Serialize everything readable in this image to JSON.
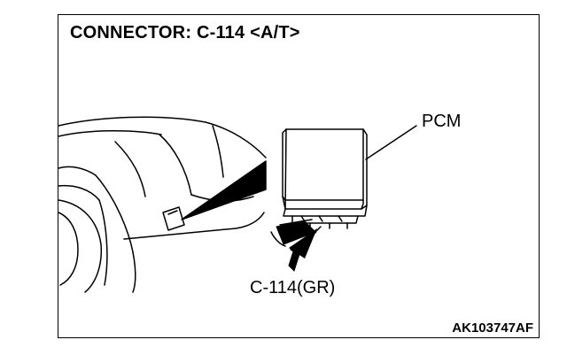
{
  "title": "CONNECTOR: C-114 <A/T>",
  "labels": {
    "module": "PCM",
    "connector": "C-114(GR)"
  },
  "reference_code": "AK103747AF"
}
